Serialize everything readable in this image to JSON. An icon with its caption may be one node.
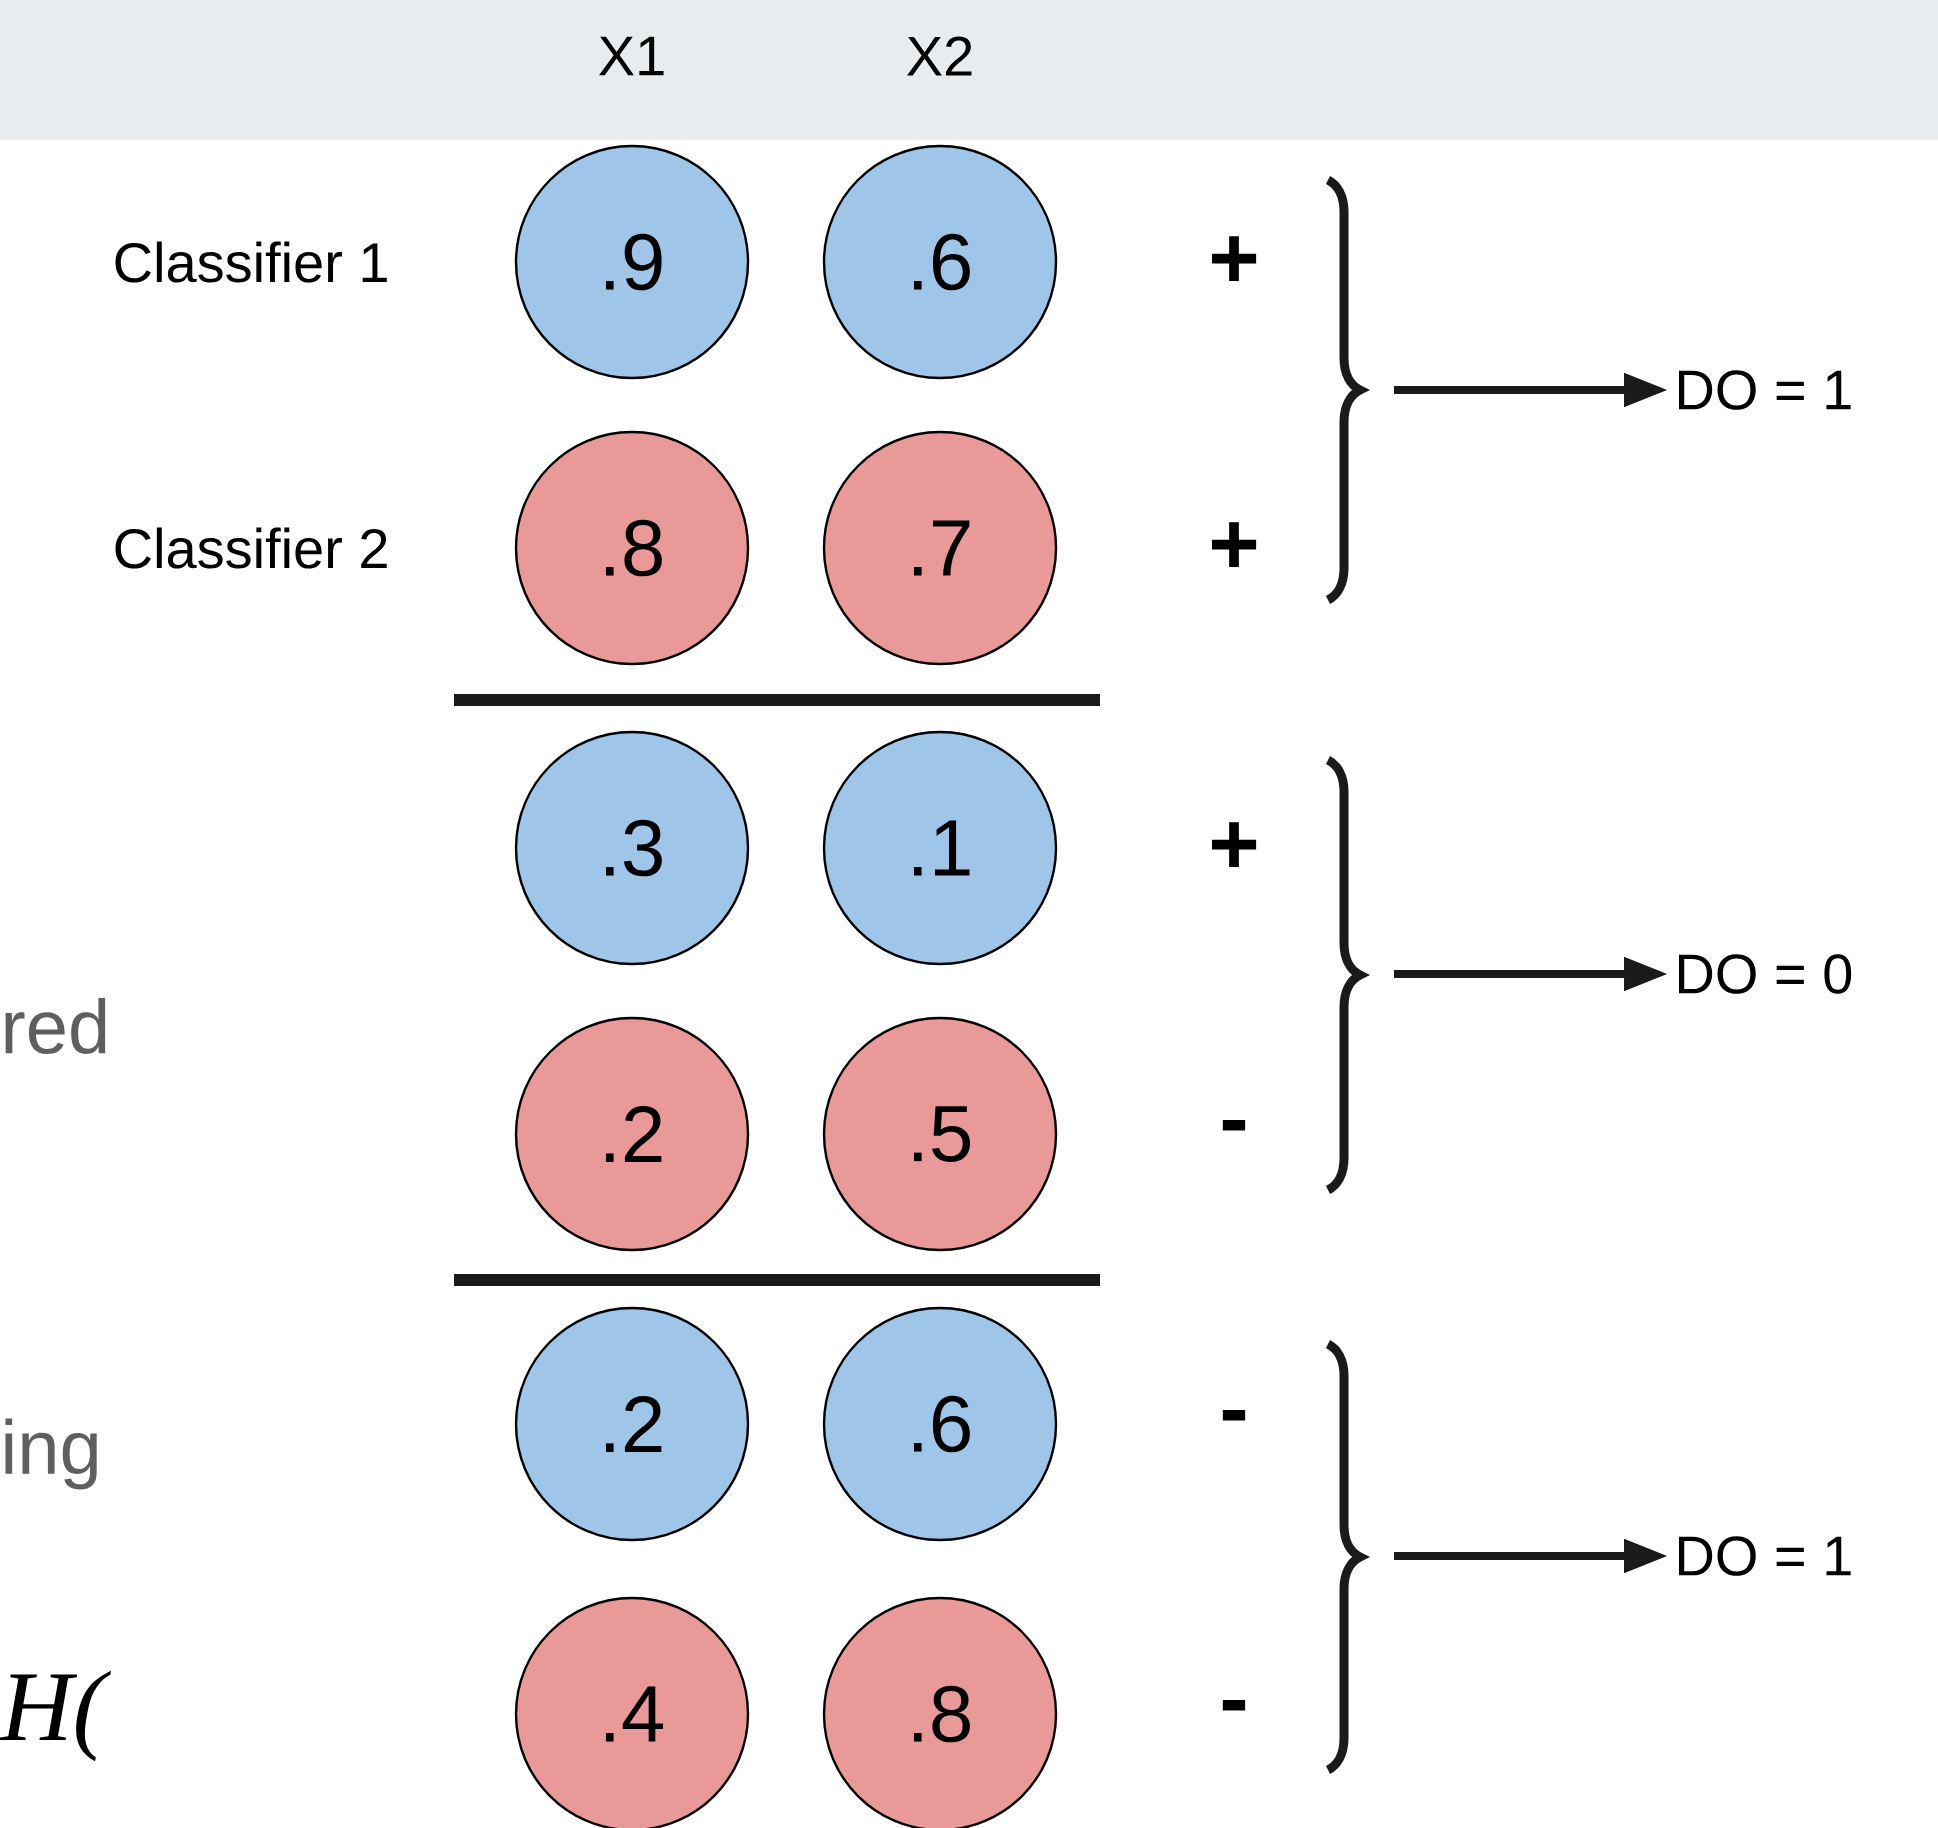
{
  "diagram": {
    "nodes": [
      {
        "text": [
          ".9"
        ]
      },
      {
        "text": [
          ".6"
        ]
      },
      {
        "text": [
          ".8"
        ]
      },
      {
        "text": [
          ".7"
        ]
      },
      {
        "text": [
          ".3"
        ]
      },
      {
        "text": [
          ".1"
        ]
      },
      {
        "text": [
          ".2"
        ]
      },
      {
        "text": [
          ".5"
        ]
      },
      {
        "text": [
          ".2"
        ]
      },
      {
        "text": [
          ".6"
        ]
      },
      {
        "text": [
          ".4"
        ]
      },
      {
        "text": [
          ".8"
        ]
      },
      {
        "text": [
          "DO = 1"
        ]
      },
      {
        "text": [
          "DO = 0"
        ]
      },
      {
        "text": [
          "DO = 1"
        ]
      }
    ],
    "edges": [
      {
        "from": null,
        "to": 12,
        "arrow": "to"
      },
      {
        "from": null,
        "to": 13,
        "arrow": "to"
      },
      {
        "from": null,
        "to": 14,
        "arrow": "to"
      }
    ],
    "labels": [
      "X1",
      "X2",
      "Classifier 1",
      "+",
      "Classifier 2",
      "+",
      "+",
      "red",
      "-",
      "-",
      "ing",
      "-",
      "H("
    ]
  }
}
